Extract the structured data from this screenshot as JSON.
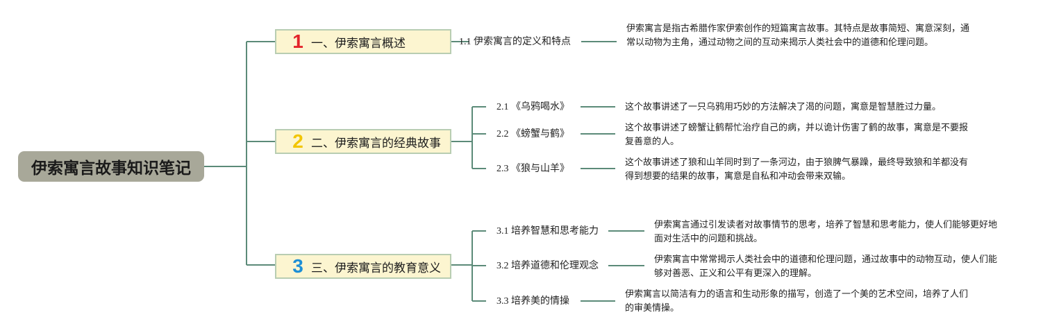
{
  "title": "伊索寓言故事知识笔记",
  "colors": {
    "line": "#5b8a78",
    "root_bg": "#a8a899",
    "main_bg": "#fcf5d0",
    "main_border": "#b8cdb2"
  },
  "sections": [
    {
      "number": "1",
      "number_color": "#e3242b",
      "label": "一、伊索寓言概述",
      "items": [
        {
          "label": "1.1 伊索寓言的定义和特点",
          "text": "伊索寓言是指古希腊作家伊索创作的短篇寓言故事。其特点是故事简短、寓意深刻，通常以动物为主角，通过动物之间的互动来揭示人类社会中的道德和伦理问题。"
        }
      ]
    },
    {
      "number": "2",
      "number_color": "#f2c500",
      "label": "二、伊索寓言的经典故事",
      "items": [
        {
          "label": "2.1 《乌鸦喝水》",
          "text": "这个故事讲述了一只乌鸦用巧妙的方法解决了渴的问题，寓意是智慧胜过力量。"
        },
        {
          "label": "2.2 《螃蟹与鹤》",
          "text": "这个故事讲述了螃蟹让鹤帮忙治疗自己的病，并以诡计伤害了鹤的故事，寓意是不要报复善意的人。"
        },
        {
          "label": "2.3 《狼与山羊》",
          "text": "这个故事讲述了狼和山羊同时到了一条河边，由于狼脾气暴躁，最终导致狼和羊都没有得到想要的结果的故事，寓意是自私和冲动会带来双输。"
        }
      ]
    },
    {
      "number": "3",
      "number_color": "#1e8fd6",
      "label": "三、伊索寓言的教育意义",
      "items": [
        {
          "label": "3.1 培养智慧和思考能力",
          "text": "伊索寓言通过引发读者对故事情节的思考，培养了智慧和思考能力，使人们能够更好地面对生活中的问题和挑战。"
        },
        {
          "label": "3.2 培养道德和伦理观念",
          "text": "伊索寓言中常常揭示人类社会中的道德和伦理问题，通过故事中的动物互动，使人们能够对善恶、正义和公平有更深入的理解。"
        },
        {
          "label": "3.3 培养美的情操",
          "text": "伊索寓言以简洁有力的语言和生动形象的描写，创造了一个美的艺术空间，培养了人们的审美情操。"
        }
      ]
    }
  ]
}
